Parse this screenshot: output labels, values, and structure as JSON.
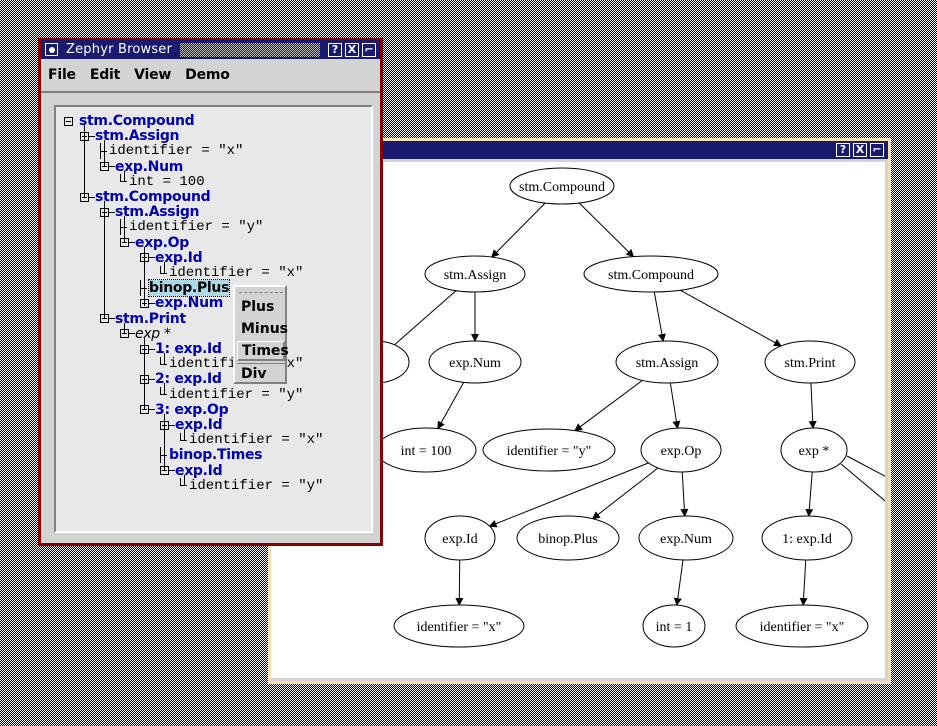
{
  "graph_window": {
    "title_buttons": {
      "help": "?",
      "close": "X",
      "maximize": "⌐"
    },
    "nodes": [
      {
        "id": "n1",
        "label": "stm.Compound"
      },
      {
        "id": "n2",
        "label": "stm.Assign"
      },
      {
        "id": "n3",
        "label": "stm.Compound"
      },
      {
        "id": "n4",
        "label": "exp.Num"
      },
      {
        "id": "n5",
        "label": "stm.Assign"
      },
      {
        "id": "n6",
        "label": "stm.Print"
      },
      {
        "id": "n7",
        "label": "int = 100"
      },
      {
        "id": "n8",
        "label": "identifier = \"y\""
      },
      {
        "id": "n9",
        "label": "exp.Op"
      },
      {
        "id": "n10",
        "label": "exp *"
      },
      {
        "id": "n11",
        "label": "exp.Id"
      },
      {
        "id": "n12",
        "label": "binop.Plus"
      },
      {
        "id": "n13",
        "label": "exp.Num"
      },
      {
        "id": "n14",
        "label": "1: exp.Id"
      },
      {
        "id": "n15",
        "label": "identifier = \"x\""
      },
      {
        "id": "n16",
        "label": "int = 1"
      },
      {
        "id": "n17",
        "label": "identifier = \"x\""
      },
      {
        "id": "n18",
        "label": ""
      }
    ],
    "edges": [
      [
        "n1",
        "n2"
      ],
      [
        "n1",
        "n3"
      ],
      [
        "n2",
        "n18"
      ],
      [
        "n2",
        "n4"
      ],
      [
        "n3",
        "n5"
      ],
      [
        "n3",
        "n6"
      ],
      [
        "n4",
        "n7"
      ],
      [
        "n5",
        "n8"
      ],
      [
        "n5",
        "n9"
      ],
      [
        "n6",
        "n10"
      ],
      [
        "n9",
        "n11"
      ],
      [
        "n9",
        "n12"
      ],
      [
        "n9",
        "n13"
      ],
      [
        "n10",
        "n14"
      ],
      [
        "n11",
        "n15"
      ],
      [
        "n13",
        "n16"
      ],
      [
        "n14",
        "n17"
      ]
    ]
  },
  "zephyr": {
    "title": "Zephyr Browser",
    "title_buttons": {
      "help": "?",
      "close": "X",
      "maximize": "⌐"
    },
    "menu": [
      "File",
      "Edit",
      "View",
      "Demo"
    ],
    "tree": [
      {
        "label": "stm.Compound",
        "kind": "node",
        "depth": 0
      },
      {
        "label": "stm.Assign",
        "kind": "node",
        "depth": 1
      },
      {
        "label": "identifier = \"x\"",
        "kind": "leaf",
        "depth": 2
      },
      {
        "label": "exp.Num",
        "kind": "node",
        "depth": 2
      },
      {
        "label": "int = 100",
        "kind": "leaf",
        "depth": 3
      },
      {
        "label": "stm.Compound",
        "kind": "node",
        "depth": 1
      },
      {
        "label": "stm.Assign",
        "kind": "node",
        "depth": 2
      },
      {
        "label": "identifier = \"y\"",
        "kind": "leaf",
        "depth": 3
      },
      {
        "label": "exp.Op",
        "kind": "node",
        "depth": 3
      },
      {
        "label": "exp.Id",
        "kind": "node",
        "depth": 4
      },
      {
        "label": "identifier = \"x\"",
        "kind": "leaf",
        "depth": 5
      },
      {
        "label": "binop.Plus",
        "kind": "selected",
        "depth": 4
      },
      {
        "label": "exp.Num",
        "kind": "collapsed",
        "depth": 4
      },
      {
        "label": "stm.Print",
        "kind": "node",
        "depth": 2
      },
      {
        "label": "exp *",
        "kind": "italic",
        "depth": 3
      },
      {
        "label": "1: exp.Id",
        "kind": "node",
        "depth": 4
      },
      {
        "label": "identifier = \"x\"",
        "kind": "leaf",
        "depth": 5
      },
      {
        "label": "2: exp.Id",
        "kind": "node",
        "depth": 4
      },
      {
        "label": "identifier = \"y\"",
        "kind": "leaf",
        "depth": 5
      },
      {
        "label": "3: exp.Op",
        "kind": "node",
        "depth": 4
      },
      {
        "label": "exp.Id",
        "kind": "node",
        "depth": 5
      },
      {
        "label": "identifier = \"x\"",
        "kind": "leaf",
        "depth": 6
      },
      {
        "label": "binop.Times",
        "kind": "plain",
        "depth": 5
      },
      {
        "label": "exp.Id",
        "kind": "node",
        "depth": 5
      },
      {
        "label": "identifier = \"y\"",
        "kind": "leaf",
        "depth": 6
      }
    ],
    "popup_menu": {
      "items": [
        "Plus",
        "Minus",
        "Times",
        "Div"
      ],
      "highlighted": "Times"
    }
  }
}
